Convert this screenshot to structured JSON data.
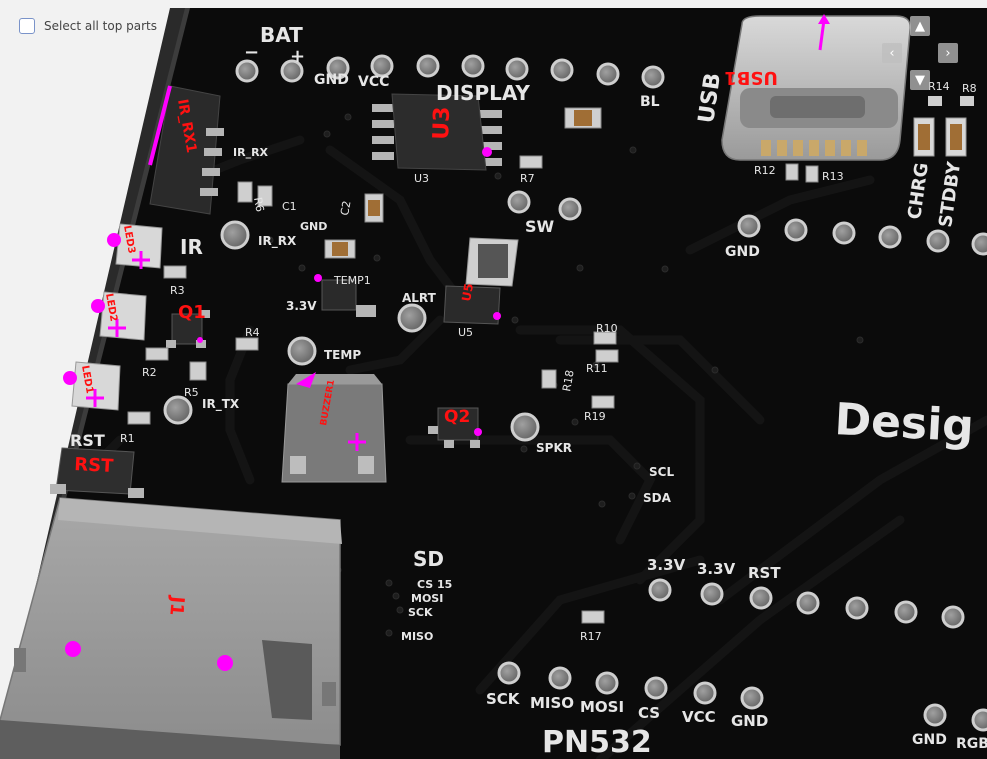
{
  "ui": {
    "select_all_label": "Select all top parts",
    "nav_up": "▲",
    "nav_down": "▼",
    "nav_left": "‹",
    "nav_right": "›"
  },
  "board": {
    "silk": {
      "bat": "BAT",
      "bat_minus": "−",
      "bat_plus": "+",
      "gnd": "GND",
      "vcc": "VCC",
      "display": "DISPLAY",
      "bl": "BL",
      "usb": "USB",
      "usb1": "USB1",
      "chrg": "CHRG",
      "stdby": "STDBY",
      "r14": "R14",
      "r8": "R8",
      "r12": "R12",
      "r13": "R13",
      "u3": "U3",
      "u3_ref": "U3",
      "r7": "R7",
      "ir_rx1": "IR_RX1",
      "ir_rx_top": "IR_RX",
      "ir_rx": "IR_RX",
      "r6": "R6",
      "c1": "C1",
      "c2": "C2",
      "gnd_small": "GND",
      "sw": "SW",
      "gnd_right": "GND",
      "ir": "IR",
      "led3": "LED3",
      "led2": "LED2",
      "led1": "LED1",
      "r3": "R3",
      "q1": "Q1",
      "q1_ref": "Q1",
      "r4": "R4",
      "r2": "R2",
      "r5": "R5",
      "ir_tx": "IR_TX",
      "r1": "R1",
      "temp1": "TEMP1",
      "v33": "3.3V",
      "temp": "TEMP",
      "alrt": "ALRT",
      "u5": "U5",
      "u5_ref": "U5",
      "buzzer": "BUZZER1",
      "q2": "Q2",
      "spkr": "SPKR",
      "r10": "R10",
      "r11": "R11",
      "r18": "R18",
      "r19": "R19",
      "scl": "SCL",
      "sda": "SDA",
      "desig": "Desig",
      "rst_ref": "RST",
      "rst_btn": "RST",
      "j1": "J1",
      "sd": "SD",
      "cs15": "CS 15",
      "mosi": "MOSI",
      "sck": "SCK",
      "miso": "MISO",
      "h33a": "3.3V",
      "h33b": "3.3V",
      "hrst": "RST",
      "r17": "R17",
      "pn_sck": "SCK",
      "pn_miso": "MISO",
      "pn_mosi": "MOSI",
      "pn_cs": "CS",
      "pn_vcc": "VCC",
      "pn_gnd": "GND",
      "pn532": "PN532",
      "gnd_br": "GND",
      "rgb": "RGB"
    }
  },
  "colors": {
    "board": "#0b0b0b",
    "silk": "#e6e6e6",
    "refdes": "#ff1111",
    "marker": "#ff00ff",
    "pad": "#8a8a8a",
    "component": "#3a3a3a",
    "background": "#f2f2f2",
    "checkbox_border": "#7a93c9"
  }
}
